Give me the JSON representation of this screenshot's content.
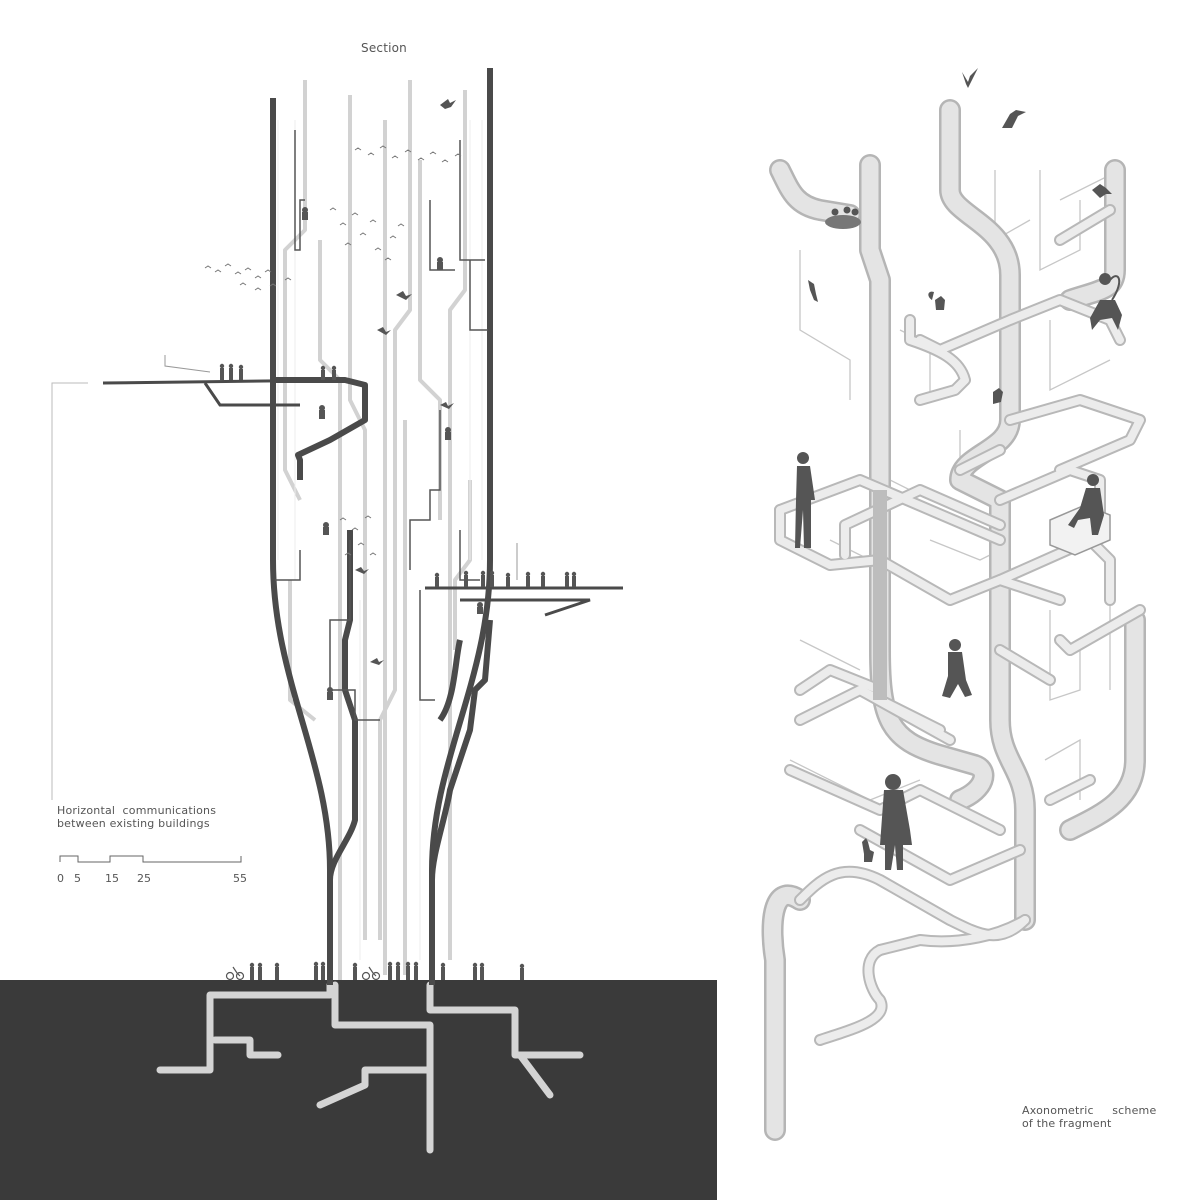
{
  "section": {
    "title": "Section"
  },
  "annotations": {
    "horizontal_communications_line1": "Horizontal  communications",
    "horizontal_communications_line2": "between existing buildings",
    "axonometric_line1": "Axonometric     scheme",
    "axonometric_line2": "of the fragment"
  },
  "scale": {
    "ticks": [
      "0",
      "5",
      "15",
      "25",
      "55"
    ]
  },
  "colors": {
    "ground": "#3a3a3a",
    "structure_dark": "#4a4a4a",
    "structure_light": "#cfcfcf",
    "axo_fill": "#e2e2e2",
    "axo_edge": "#b5b5b5",
    "silhouette": "#555555",
    "background": "#ffffff"
  },
  "icons": [
    "bird-icon",
    "person-icon",
    "monkey-icon",
    "squirrel-icon",
    "cat-icon",
    "nest-icon",
    "bench-icon",
    "cyclist-icon"
  ]
}
